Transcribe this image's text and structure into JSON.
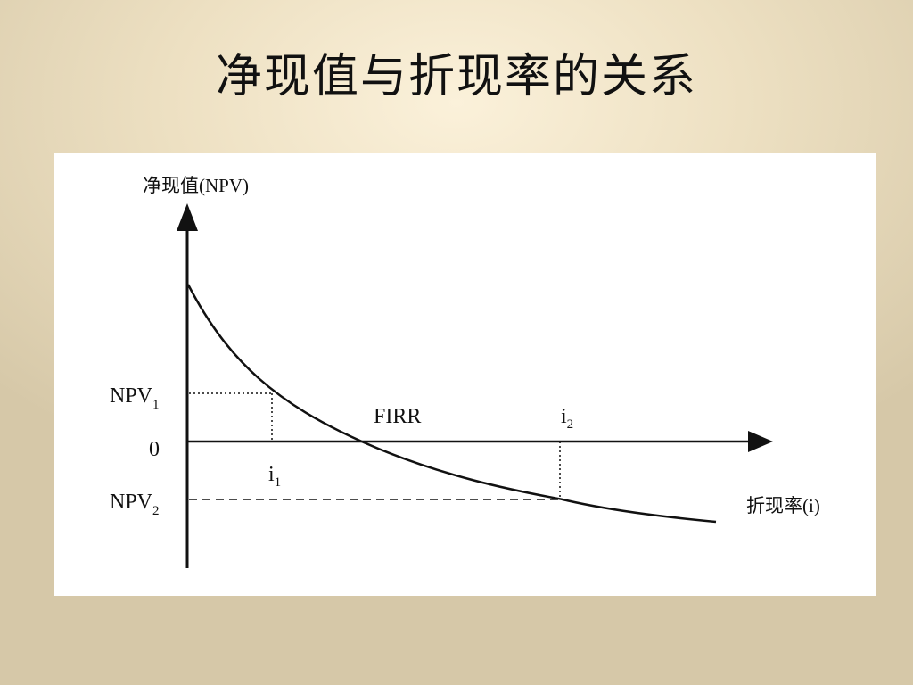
{
  "slide": {
    "title": "净现值与折现率的关系"
  },
  "diagram": {
    "y_axis_label": "净现值(NPV)",
    "x_axis_label": "折现率(i)",
    "zero_label": "0",
    "npv1_label": "NPV",
    "npv1_sub": "1",
    "npv2_label": "NPV",
    "npv2_sub": "2",
    "i1_label": "i",
    "i1_sub": "1",
    "i2_label": "i",
    "i2_sub": "2",
    "firr_label": "FIRR"
  }
}
